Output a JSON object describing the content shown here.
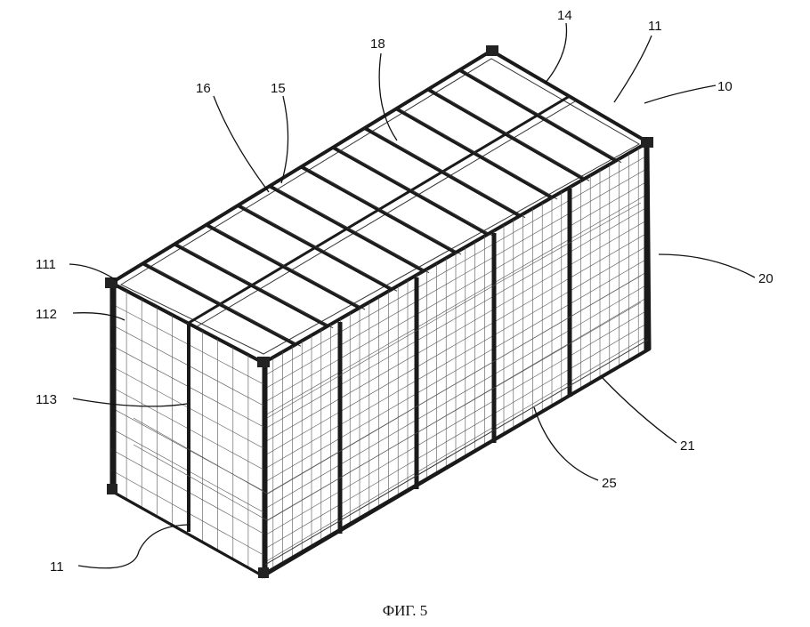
{
  "caption": "ФИГ. 5",
  "labels": {
    "l10": "10",
    "l11_top": "11",
    "l14": "14",
    "l18": "18",
    "l15": "15",
    "l16": "16",
    "l111": "111",
    "l112": "112",
    "l113": "113",
    "l20": "20",
    "l21": "21",
    "l25": "25",
    "l11_bottom": "11"
  }
}
